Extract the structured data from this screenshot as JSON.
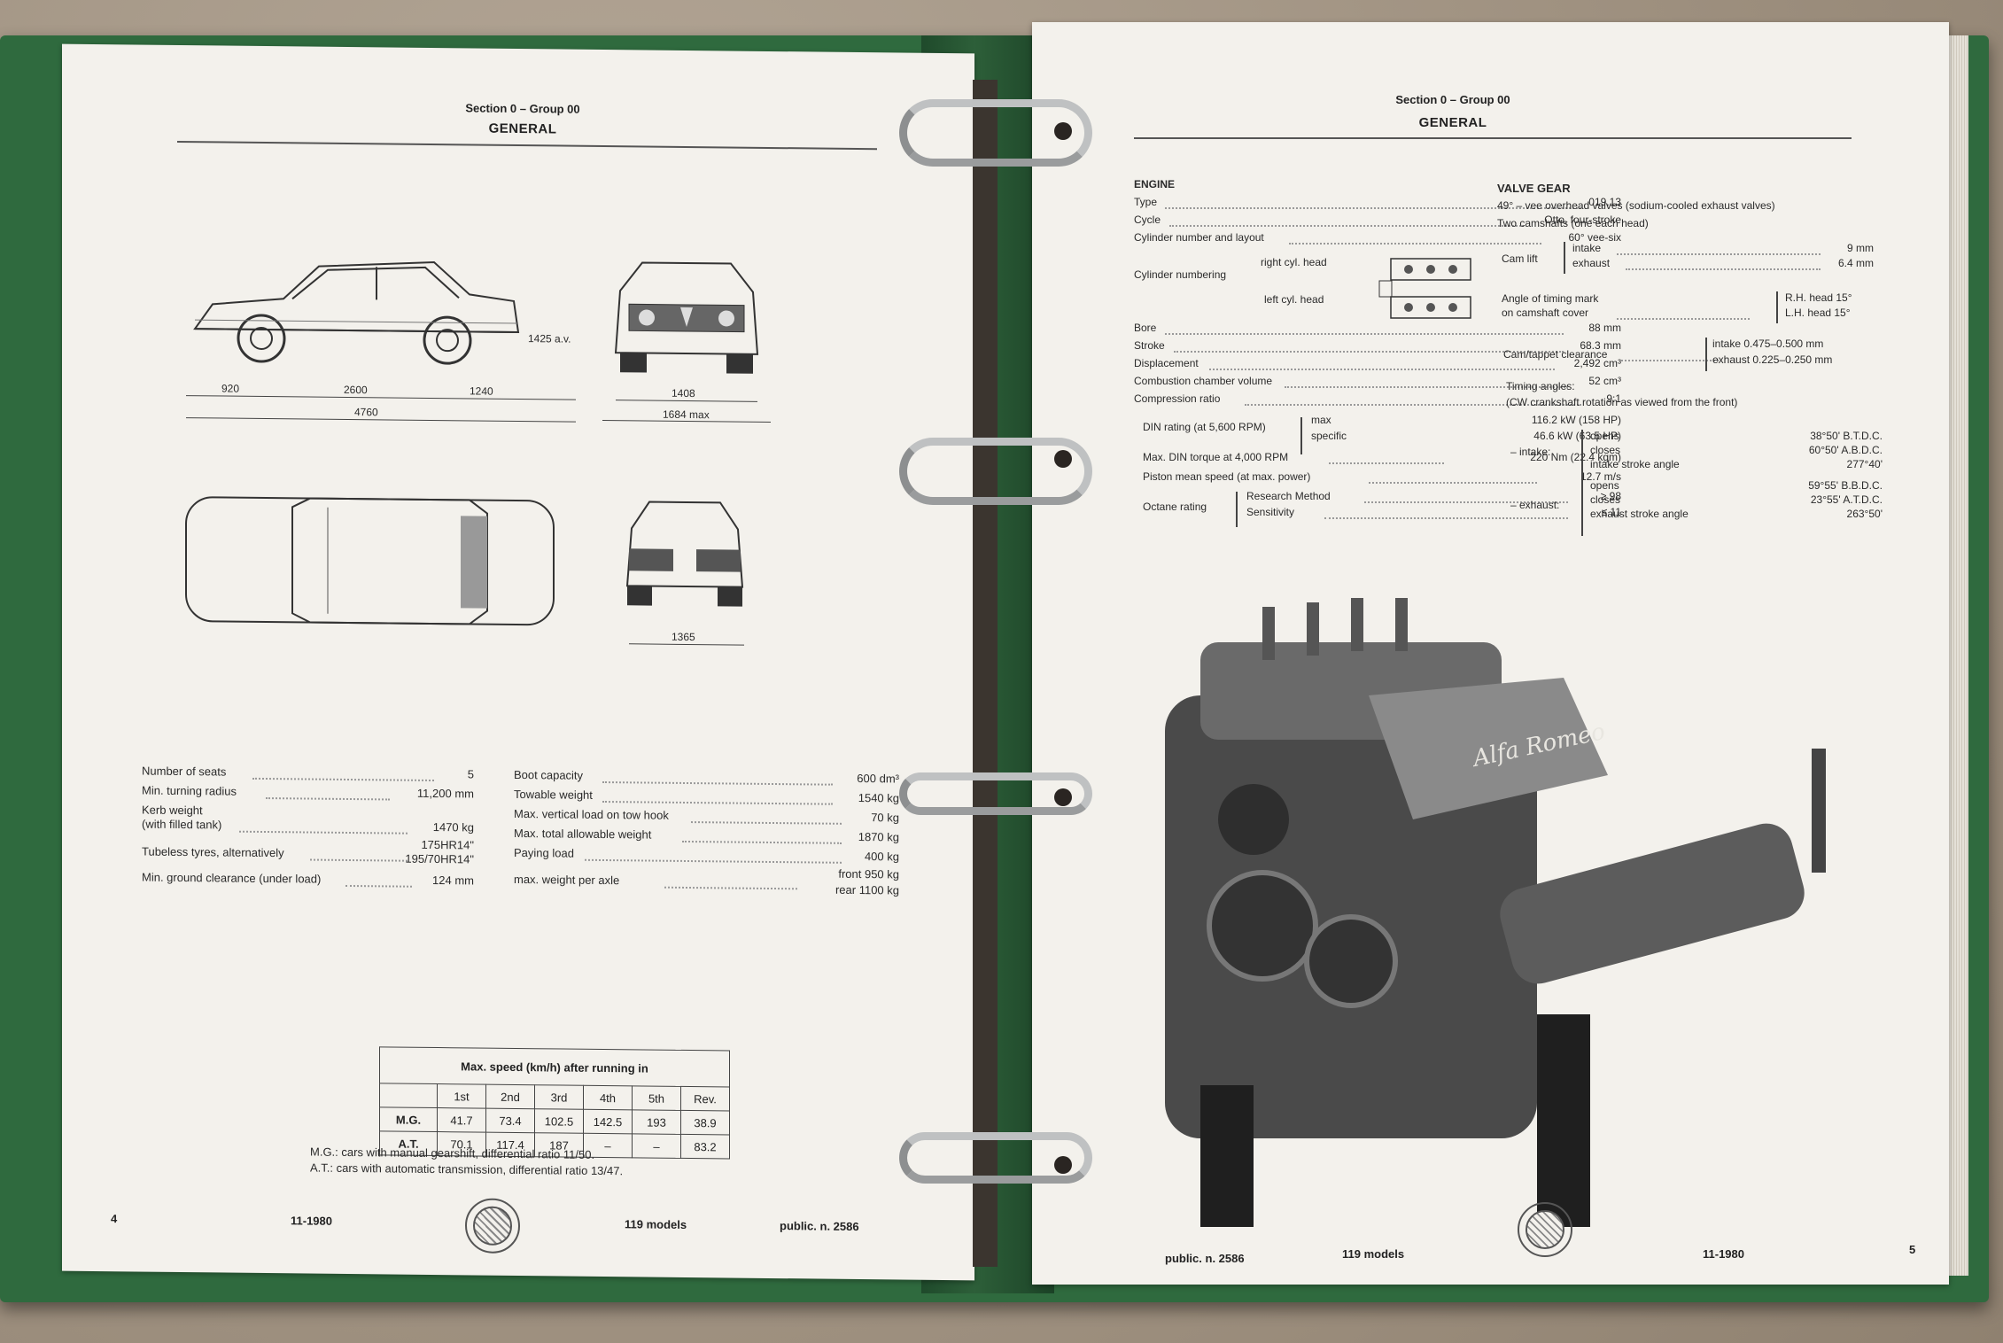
{
  "left_page": {
    "section": "Section 0 – Group 00",
    "title": "GENERAL",
    "dims": {
      "height": "1425 a.v.",
      "front_overhang": "920",
      "wheelbase": "2600",
      "rear_overhang": "1240",
      "length": "4760",
      "front_track": "1408",
      "width": "1684 max",
      "rear_track": "1365"
    },
    "specs_left": [
      {
        "label": "Number of seats",
        "value": "5"
      },
      {
        "label": "Min. turning radius",
        "value": "11,200 mm"
      },
      {
        "label": "Kerb weight",
        "label2": "(with filled tank)",
        "value": "1470 kg"
      },
      {
        "label": "Tubeless tyres, alternatively",
        "value": "175HR14\"",
        "value2": "195/70HR14\""
      },
      {
        "label": "Min. ground clearance (under load)",
        "value": "124 mm"
      }
    ],
    "specs_right": [
      {
        "label": "Boot capacity",
        "value": "600 dm³"
      },
      {
        "label": "Towable weight",
        "value": "1540 kg"
      },
      {
        "label": "Max. vertical load on tow hook",
        "value": "70 kg"
      },
      {
        "label": "Max. total allowable weight",
        "value": "1870 kg"
      },
      {
        "label": "Paying load",
        "value": "400 kg"
      },
      {
        "label": "max. weight per axle",
        "value": "front  950 kg",
        "value2": "rear  1100 kg"
      }
    ],
    "speed_table": {
      "title": "Max. speed (km/h) after running in",
      "columns": [
        "1st",
        "2nd",
        "3rd",
        "4th",
        "5th",
        "Rev."
      ],
      "rows": [
        {
          "label": "M.G.",
          "cells": [
            "41.7",
            "73.4",
            "102.5",
            "142.5",
            "193",
            "38.9"
          ]
        },
        {
          "label": "A.T.",
          "cells": [
            "70.1",
            "117.4",
            "187",
            "–",
            "–",
            "83.2"
          ]
        }
      ]
    },
    "notes": [
      "M.G.: cars with manual gearshift, differential ratio 11/50.",
      "A.T.: cars with automatic transmission, differential ratio 13/47."
    ],
    "footer": {
      "page": "4",
      "date": "11-1980",
      "models": "119 models",
      "public": "public. n. 2586"
    }
  },
  "right_page": {
    "section": "Section 0 – Group 00",
    "title": "GENERAL",
    "engine_heading": "ENGINE",
    "engine": [
      {
        "label": "Type",
        "value": "019.13"
      },
      {
        "label": "Cycle",
        "value": "Otto, four-stroke"
      },
      {
        "label": "Cylinder number and layout",
        "value": "60° vee-six"
      },
      {
        "label": "Cylinder numbering",
        "value": ""
      },
      {
        "label": "Bore",
        "value": "88 mm"
      },
      {
        "label": "Stroke",
        "value": "68.3 mm"
      },
      {
        "label": "Displacement",
        "value": "2,492 cm³"
      },
      {
        "label": "Combustion chamber volume",
        "value": "52 cm³"
      },
      {
        "label": "Compression ratio",
        "value": "9:1"
      }
    ],
    "cyl_labels": {
      "right": "right cyl. head",
      "left": "left cyl. head"
    },
    "din_rating": {
      "label": "DIN rating (at 5,600 RPM)",
      "max_label": "max",
      "max_value": "116.2 kW (158 HP)",
      "spec_label": "specific",
      "spec_value": "46.6 kW (63.5 HP)"
    },
    "torque": {
      "label": "Max. DIN torque at 4,000 RPM",
      "value": "220 Nm (22.4 kgm)"
    },
    "piston": {
      "label": "Piston mean speed (at max. power)",
      "value": "12.7 m/s"
    },
    "octane": {
      "label": "Octane rating",
      "r1": "Research Method",
      "v1": "≥ 98",
      "r2": "Sensitivity",
      "v2": "≤ 11"
    },
    "valve_heading": "VALVE GEAR",
    "valve_desc1": "49° – vee overhead valves (sodium-cooled exhaust valves)",
    "valve_desc2": "Two camshafts (one each head)",
    "cam_lift": {
      "label": "Cam lift",
      "intake": "intake",
      "intake_v": "9 mm",
      "exhaust": "exhaust",
      "exhaust_v": "6.4 mm"
    },
    "timing_mark": {
      "label1": "Angle of timing mark",
      "label2": "on camshaft cover",
      "rh": "R.H. head 15°",
      "lh": "L.H. head 15°"
    },
    "clearance": {
      "label": "Cam/tappet clearance",
      "intake": "intake  0.475–0.500 mm",
      "exhaust": "exhaust 0.225–0.250 mm"
    },
    "timing": {
      "label1": "Timing angles:",
      "label2": "(CW crankshaft rotation as viewed from the front)"
    },
    "intake_t": {
      "label": "– intake:",
      "rows": [
        [
          "opens",
          "38°50' B.T.D.C."
        ],
        [
          "closes",
          "60°50' A.B.D.C."
        ],
        [
          "intake stroke angle",
          "277°40'"
        ]
      ]
    },
    "exhaust_t": {
      "label": "– exhaust:",
      "rows": [
        [
          "opens",
          "59°55' B.B.D.C."
        ],
        [
          "closes",
          "23°55' A.T.D.C."
        ],
        [
          "exhaust stroke angle",
          "263°50'"
        ]
      ]
    },
    "engine_script": "Alfa Romeo",
    "footer": {
      "public": "public. n. 2586",
      "models": "119 models",
      "date": "11-1980",
      "page": "5"
    }
  }
}
